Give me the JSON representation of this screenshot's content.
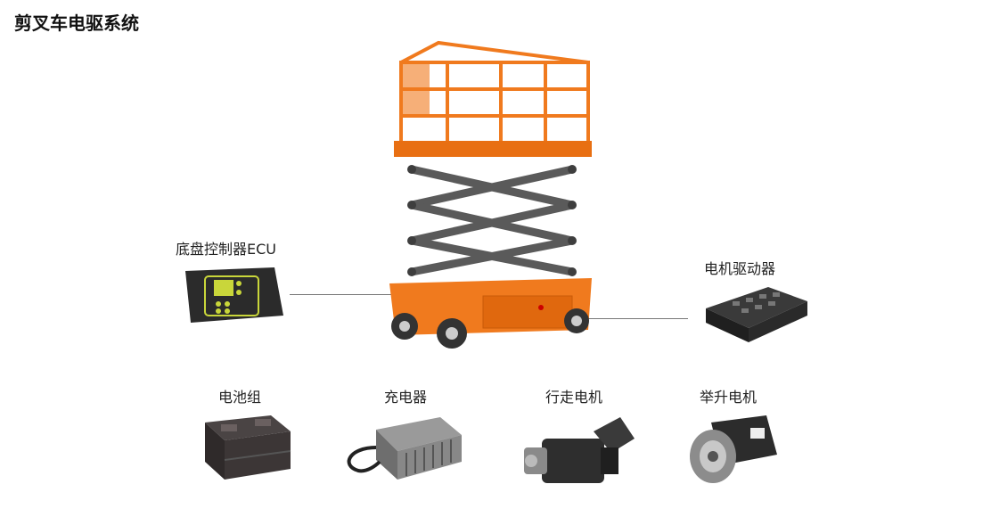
{
  "title": "剪叉车电驱系统",
  "components": {
    "ecu": "底盘控制器ECU",
    "motor_driver": "电机驱动器",
    "battery": "电池组",
    "charger": "充电器",
    "travel_motor": "行走电机",
    "lift_motor": "举升电机"
  },
  "colors": {
    "lift_body": "#f07a1e",
    "scissor_arm": "#5a5a5a",
    "device_dark": "#2b2b2b",
    "ecu_screen": "#c9d63a"
  }
}
